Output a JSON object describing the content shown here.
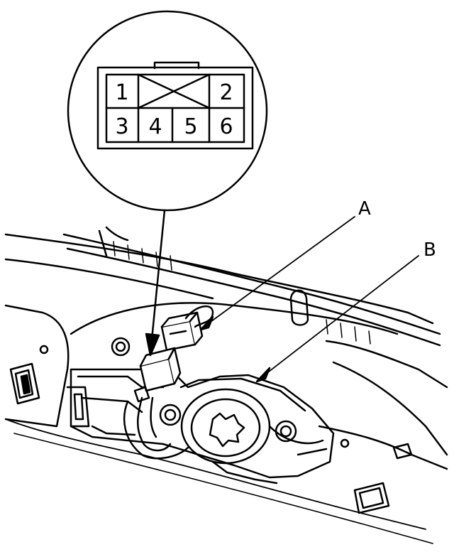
{
  "connector": {
    "pins": [
      "1",
      "2",
      "3",
      "4",
      "5",
      "6"
    ]
  },
  "callouts": {
    "a": "A",
    "b": "B"
  },
  "colors": {
    "line": "#000000",
    "background": "#ffffff"
  }
}
